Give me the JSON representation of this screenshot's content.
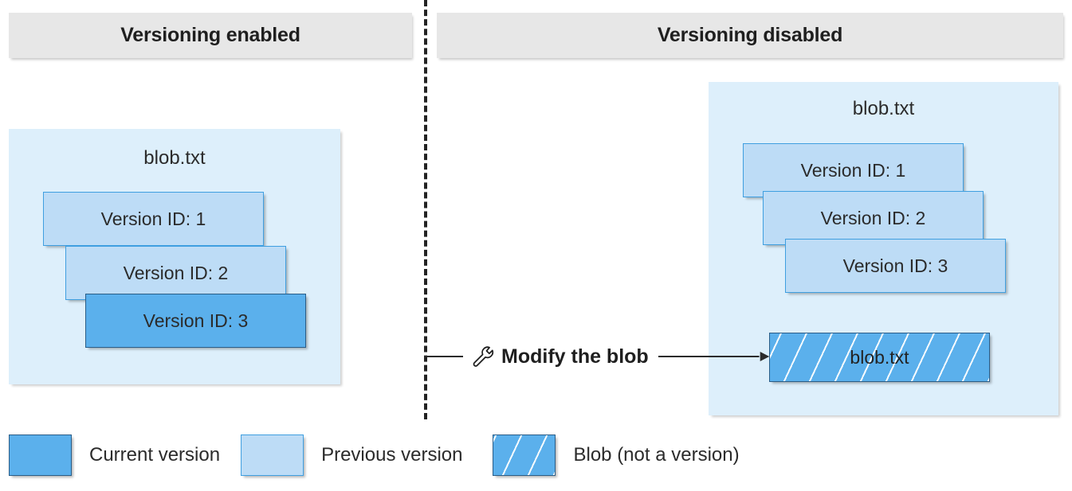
{
  "diagram": {
    "title_left": "Versioning enabled",
    "title_right": "Versioning disabled"
  },
  "panels": {
    "left": {
      "header": "Versioning enabled",
      "blob_name": "blob.txt",
      "versions": [
        {
          "label": "Version ID: 1",
          "state": "previous"
        },
        {
          "label": "Version ID: 2",
          "state": "previous"
        },
        {
          "label": "Version ID: 3",
          "state": "current"
        }
      ]
    },
    "right": {
      "header": "Versioning disabled",
      "blob_name": "blob.txt",
      "versions": [
        {
          "label": "Version ID: 1",
          "state": "previous"
        },
        {
          "label": "Version ID: 2",
          "state": "previous"
        },
        {
          "label": "Version ID: 3",
          "state": "previous"
        }
      ],
      "modified_blob": {
        "label": "blob.txt",
        "state": "blob"
      }
    }
  },
  "action": {
    "label": "Modify the blob",
    "icon": "wrench-icon"
  },
  "legend": {
    "items": [
      {
        "label": "Current version",
        "swatch": "current"
      },
      {
        "label": "Previous version",
        "swatch": "previous"
      },
      {
        "label": "Blob (not a version)",
        "swatch": "hatched"
      }
    ]
  },
  "colors": {
    "current_version": "#5bb0ec",
    "previous_version": "#bddcf6",
    "panel_background": "#ddeffb",
    "header_background": "#e7e7e7",
    "text": "#232323",
    "version_border": "#3f9fe0",
    "current_border": "#2a5d87"
  }
}
